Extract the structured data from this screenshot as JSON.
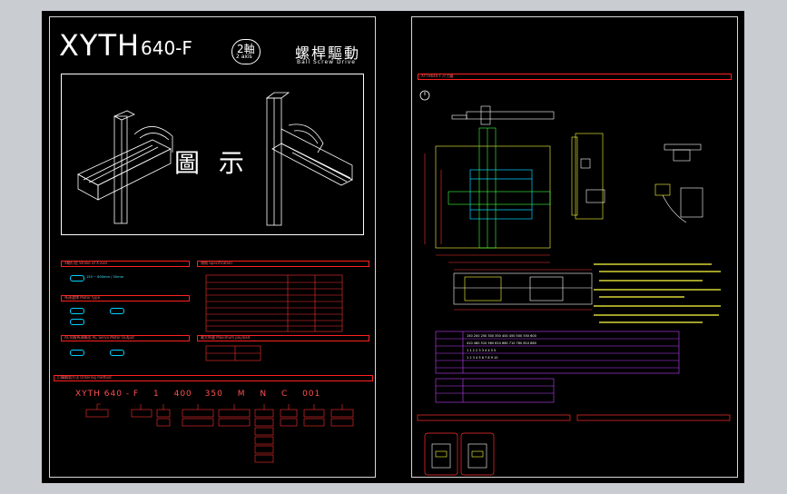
{
  "left_sheet": {
    "model_prefix": "XYTH",
    "model_number": "640-F",
    "axes_badge": "2軸",
    "axes_badge_sub": "2 axis",
    "drive_title": "螺桿驅動",
    "drive_subtitle": "Ball Screw Drive",
    "illustration_caption": "圖  示",
    "order_code": [
      "XYTH 640 - F",
      "1",
      "400",
      "350",
      "M",
      "N",
      "C",
      "001"
    ]
  },
  "colors": {
    "background": "#000000",
    "frame": "#d8d8d8",
    "red": "#ff2020",
    "yellow": "#ffff40",
    "cyan": "#00d0ff",
    "green": "#40ff40",
    "magenta": "#c040ff",
    "canvas": "#c9ccd0"
  }
}
